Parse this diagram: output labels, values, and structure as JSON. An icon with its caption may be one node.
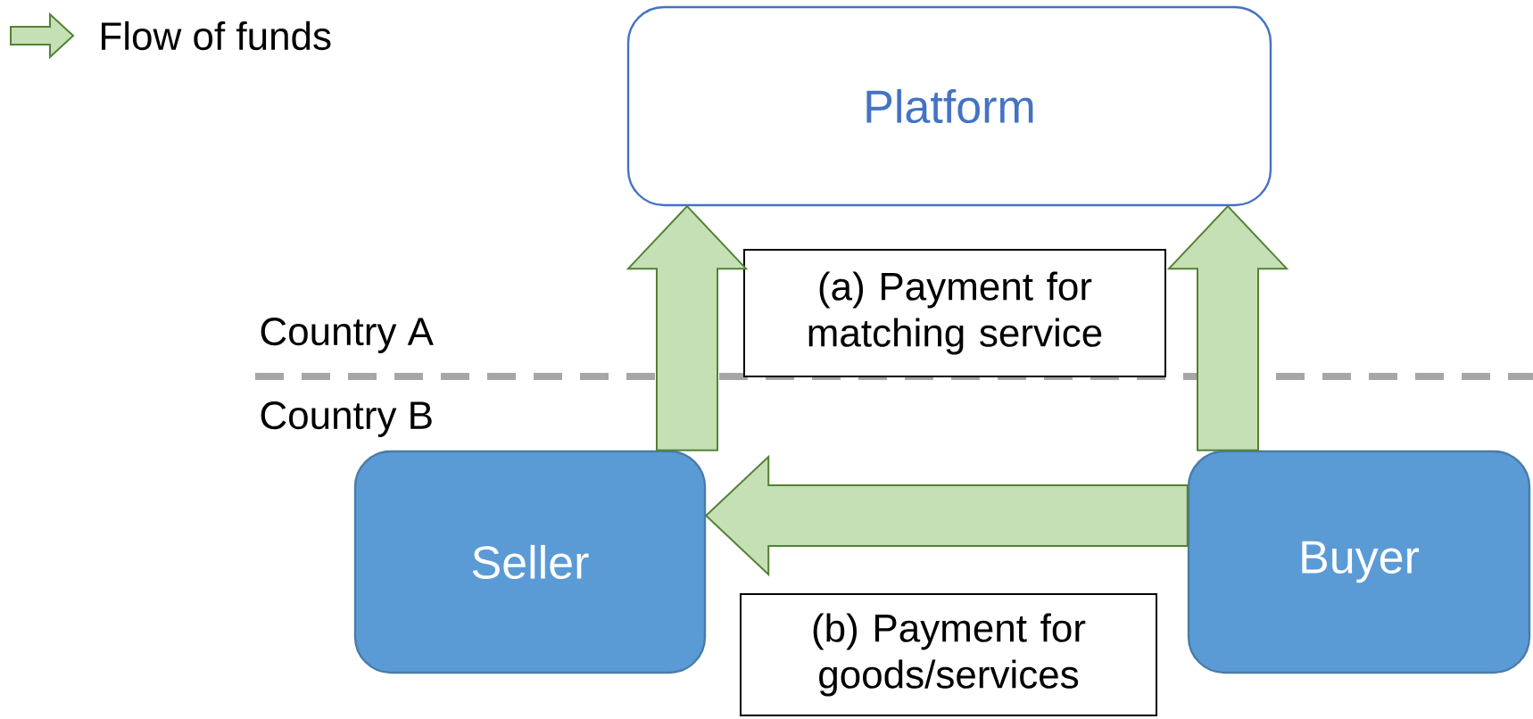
{
  "diagram": {
    "nodes": [
      {
        "text": [
          "Platform"
        ]
      },
      {
        "text": [
          "Seller"
        ]
      },
      {
        "text": [
          "Buyer"
        ]
      },
      {
        "text": [
          "(a) Payment for matching service"
        ]
      },
      {
        "text": [
          "(b) Payment for goods/services"
        ]
      }
    ],
    "edges": [
      {
        "from": 1,
        "to": 0,
        "arrow": "to"
      },
      {
        "from": 2,
        "to": 0,
        "arrow": "to"
      },
      {
        "from": 2,
        "to": 1,
        "arrow": "to"
      }
    ],
    "labels": [
      "Country A",
      "Country B"
    ],
    "legend": [
      {
        "text": "Flow of funds"
      }
    ]
  }
}
